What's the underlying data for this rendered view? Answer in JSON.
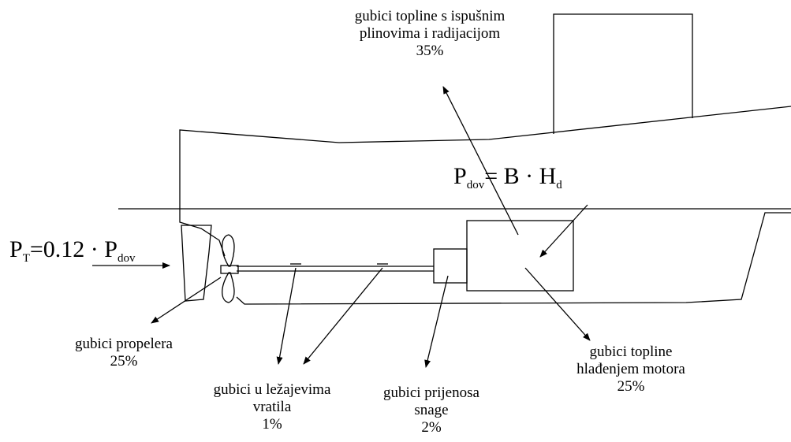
{
  "formulas": {
    "engine_left": "P",
    "engine_left_sub": "dov",
    "engine_eq": "= B · H",
    "engine_eq_sub": "d",
    "thrust_left": "P",
    "thrust_left_sub": "T",
    "thrust_eq": "=0.12 · P",
    "thrust_eq_sub": "dov"
  },
  "labels": {
    "exhaust": {
      "line1": "gubici topline s ispušnim",
      "line2": "plinovima i radijacijom",
      "value": "35%"
    },
    "propeller": {
      "line1": "gubici propelera",
      "value": "25%"
    },
    "bearings": {
      "line1": "gubici u ležajevima",
      "line2": "vratila",
      "value": "1%"
    },
    "transmission": {
      "line1": "gubici prijenosa",
      "line2": "snage",
      "value": "2%"
    },
    "cooling": {
      "line1": "gubici topline",
      "line2": "hlađenjem motora",
      "value": "25%"
    }
  }
}
